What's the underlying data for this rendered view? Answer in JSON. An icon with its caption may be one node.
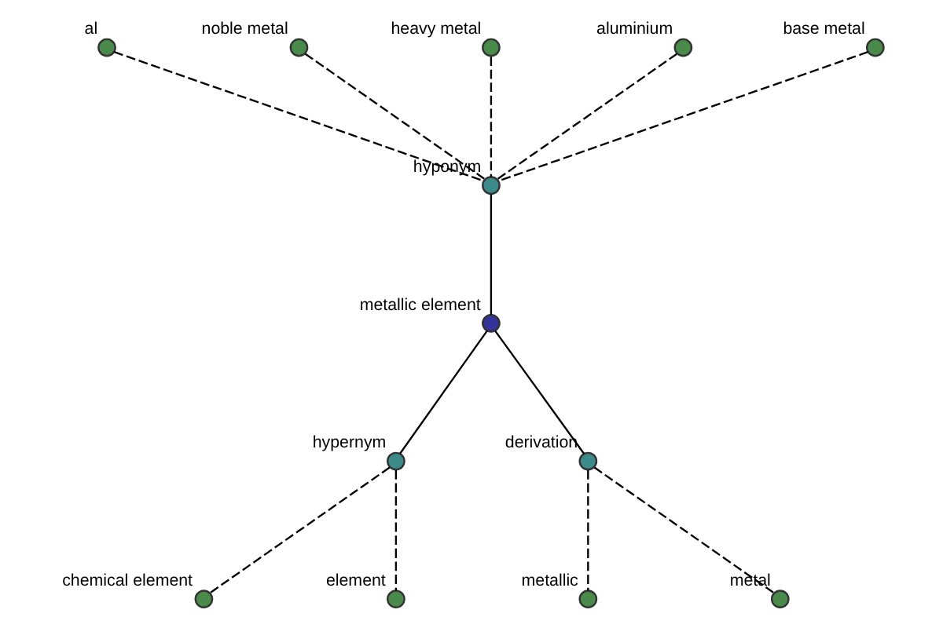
{
  "diagram": {
    "nodes": [
      {
        "text": [],
        "shape": "circle",
        "beside": [
          "al"
        ]
      },
      {
        "text": [],
        "shape": "circle",
        "beside": [
          "noble metal"
        ]
      },
      {
        "text": [],
        "shape": "circle",
        "beside": [
          "heavy metal"
        ]
      },
      {
        "text": [],
        "shape": "circle",
        "beside": [
          "aluminium"
        ]
      },
      {
        "text": [],
        "shape": "circle",
        "beside": [
          "hyponym"
        ]
      },
      {
        "text": [],
        "shape": "circle",
        "beside": [
          "base metal"
        ]
      },
      {
        "text": [],
        "shape": "circle",
        "beside": [
          "metallic element"
        ]
      },
      {
        "text": [],
        "shape": "circle",
        "beside": [
          "hypernym"
        ]
      },
      {
        "text": [],
        "shape": "circle",
        "beside": [
          "derivation"
        ]
      },
      {
        "text": [],
        "shape": "circle",
        "beside": [
          "metallic"
        ]
      },
      {
        "text": [],
        "shape": "circle",
        "beside": [
          "chemical element"
        ]
      },
      {
        "text": [],
        "shape": "circle",
        "beside": [
          "metal"
        ]
      },
      {
        "text": [],
        "shape": "circle",
        "beside": [
          "element"
        ]
      }
    ],
    "edges": [
      {
        "from": 0,
        "to": 4,
        "arrow": "none",
        "style": "dashed"
      },
      {
        "from": 1,
        "to": 4,
        "arrow": "none",
        "style": "dashed"
      },
      {
        "from": 2,
        "to": 4,
        "arrow": "none",
        "style": "dashed"
      },
      {
        "from": 3,
        "to": 4,
        "arrow": "none",
        "style": "dashed"
      },
      {
        "from": 5,
        "to": 4,
        "arrow": "none",
        "style": "dashed"
      },
      {
        "from": 4,
        "to": 6,
        "arrow": "none"
      },
      {
        "from": 6,
        "to": 7,
        "arrow": "none"
      },
      {
        "from": 6,
        "to": 8,
        "arrow": "none"
      },
      {
        "from": 7,
        "to": 10,
        "arrow": "none",
        "style": "dashed"
      },
      {
        "from": 7,
        "to": 12,
        "arrow": "none",
        "style": "dashed"
      },
      {
        "from": 8,
        "to": 9,
        "arrow": "none",
        "style": "dashed"
      },
      {
        "from": 8,
        "to": 11,
        "arrow": "none",
        "style": "dashed"
      }
    ]
  }
}
